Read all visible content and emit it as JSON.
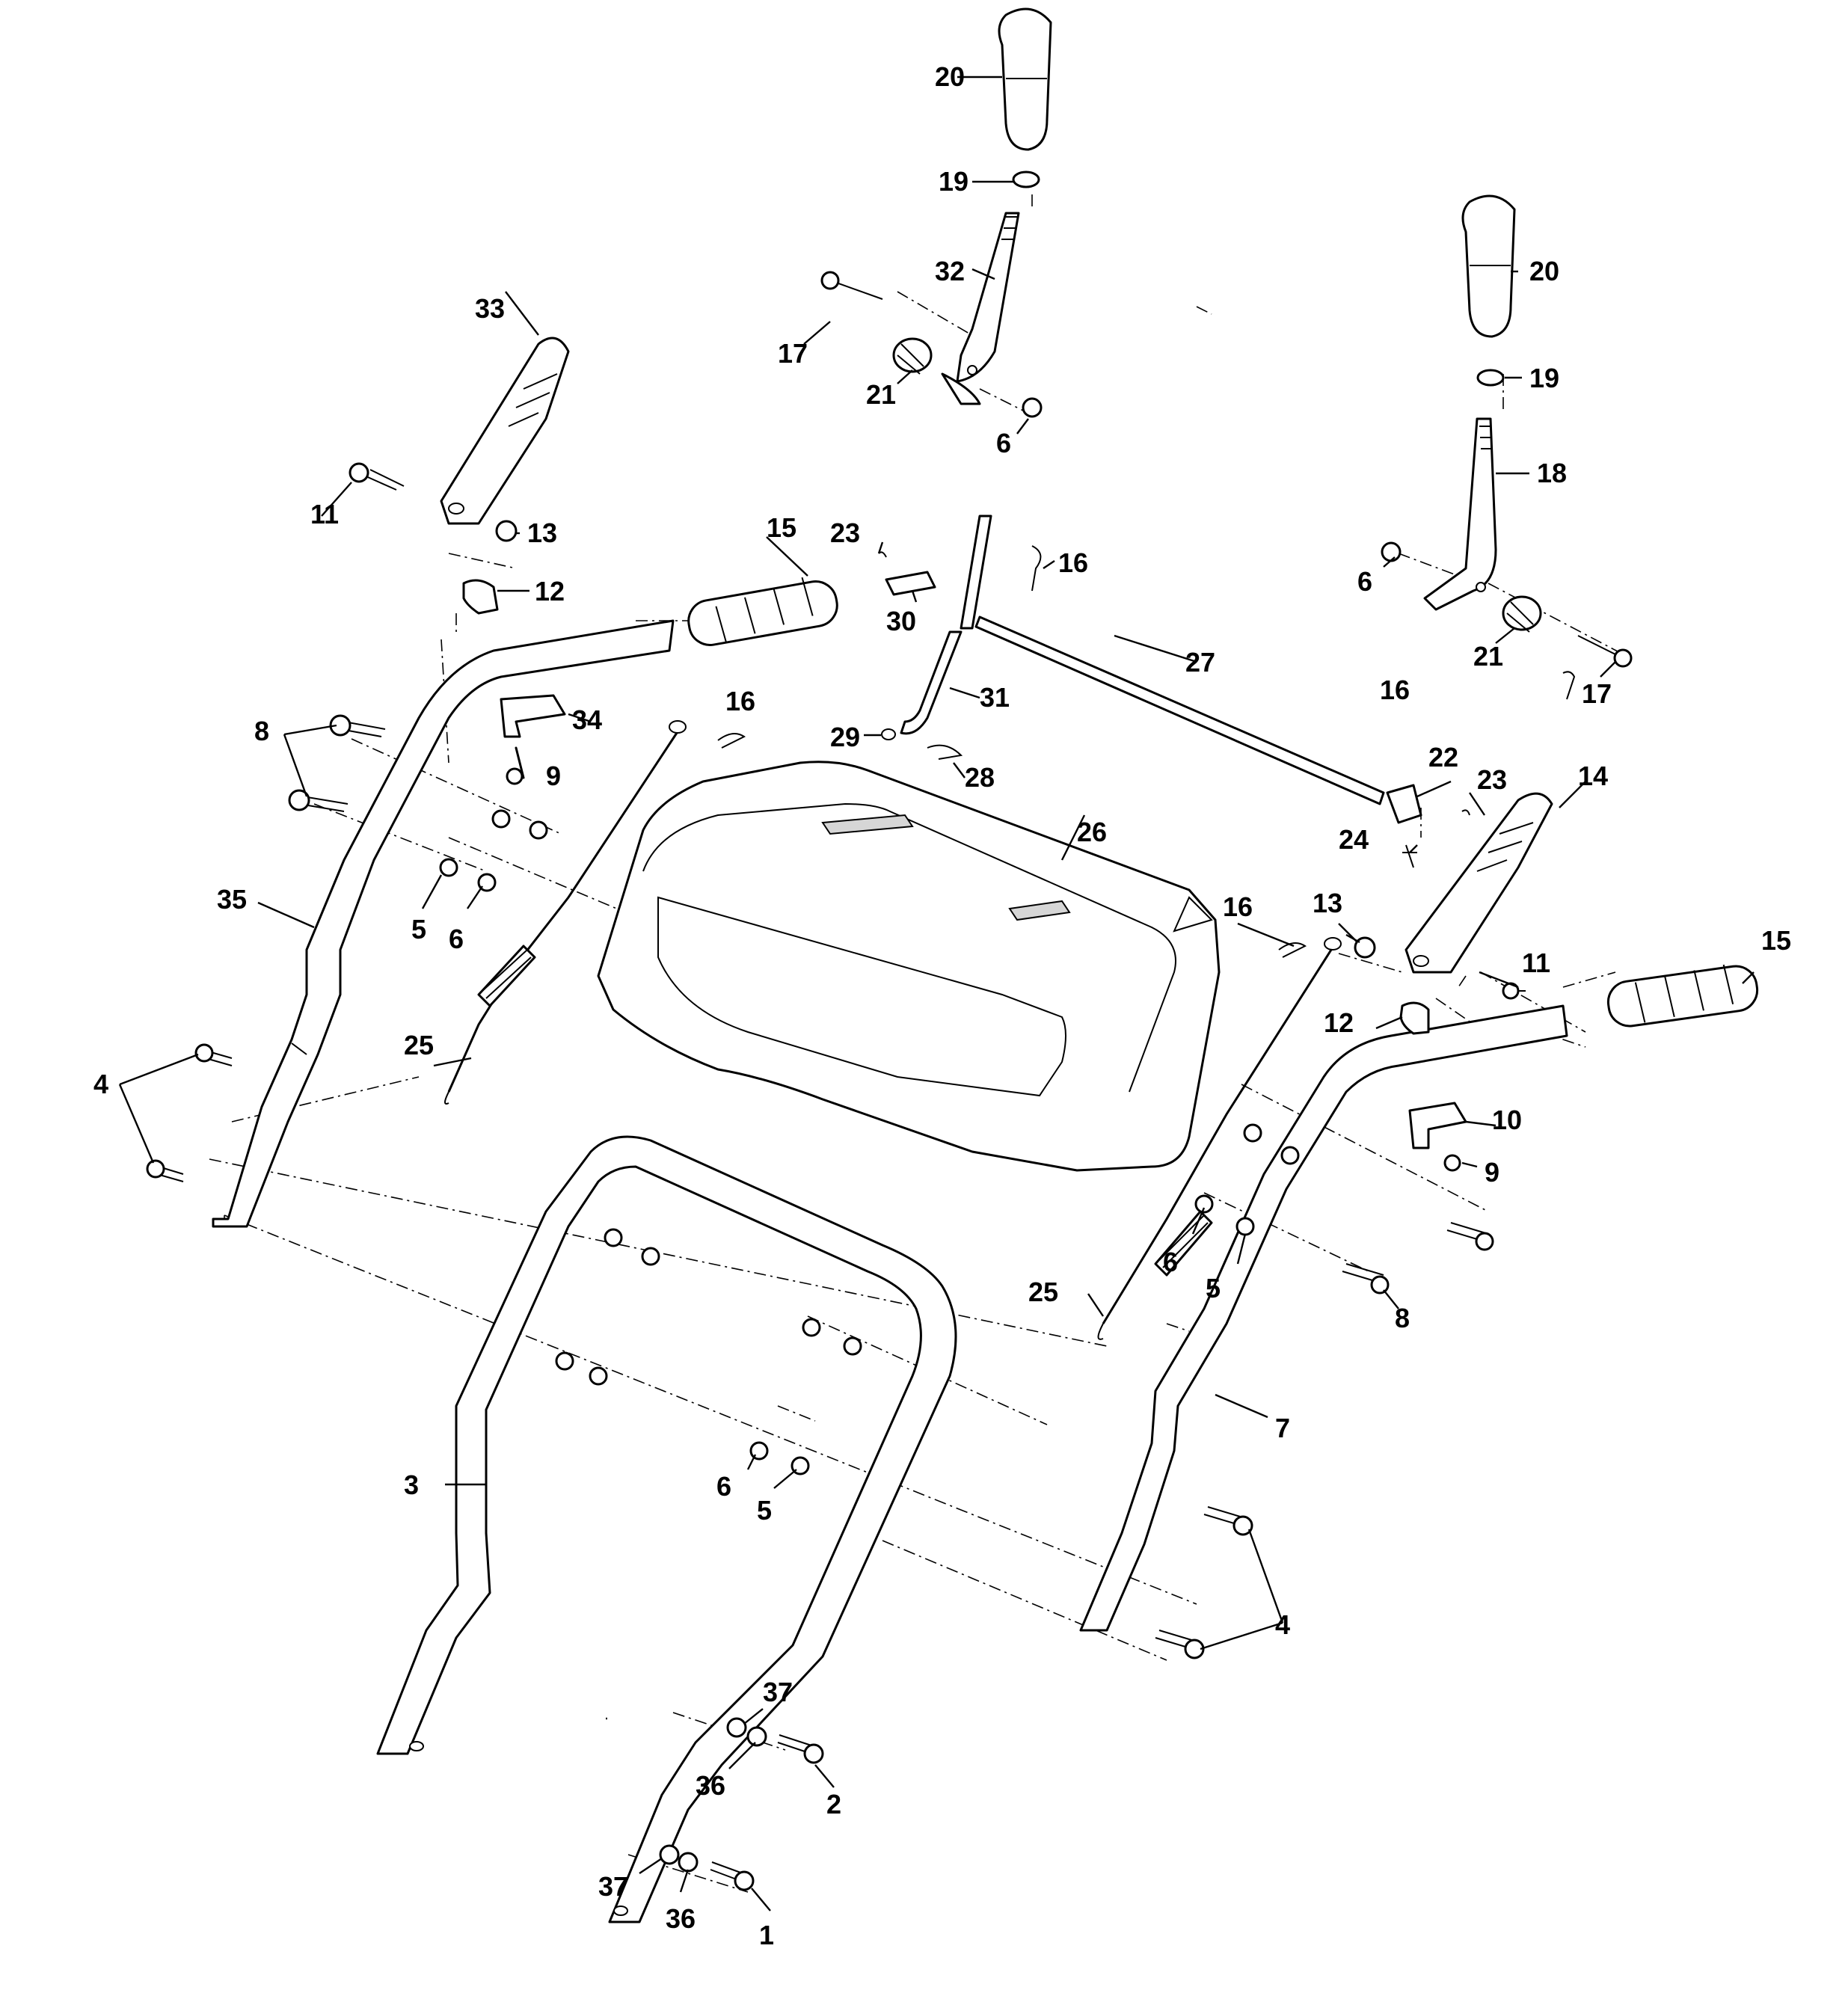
{
  "diagram": {
    "callouts": {
      "c1": "1",
      "c2": "2",
      "c3": "3",
      "c4a": "4",
      "c4b": "4",
      "c5a": "5",
      "c5b": "5",
      "c5c": "5",
      "c6a": "6",
      "c6b": "6",
      "c6c": "6",
      "c6d": "6",
      "c6e": "6",
      "c7": "7",
      "c8a": "8",
      "c8b": "8",
      "c9a": "9",
      "c9b": "9",
      "c10": "10",
      "c11a": "11",
      "c11b": "11",
      "c12a": "12",
      "c12b": "12",
      "c13a": "13",
      "c13b": "13",
      "c14": "14",
      "c15a": "15",
      "c15b": "15",
      "c16a": "16",
      "c16b": "16",
      "c16c": "16",
      "c16d": "16",
      "c17a": "17",
      "c17b": "17",
      "c18": "18",
      "c19a": "19",
      "c19b": "19",
      "c20a": "20",
      "c20b": "20",
      "c21a": "21",
      "c21b": "21",
      "c22": "22",
      "c23a": "23",
      "c23b": "23",
      "c24": "24",
      "c25a": "25",
      "c25b": "25",
      "c26": "26",
      "c27": "27",
      "c28": "28",
      "c29": "29",
      "c30": "30",
      "c31": "31",
      "c32": "32",
      "c33": "33",
      "c34": "34",
      "c35": "35",
      "c36a": "36",
      "c36b": "36",
      "c37a": "37",
      "c37b": "37"
    }
  }
}
